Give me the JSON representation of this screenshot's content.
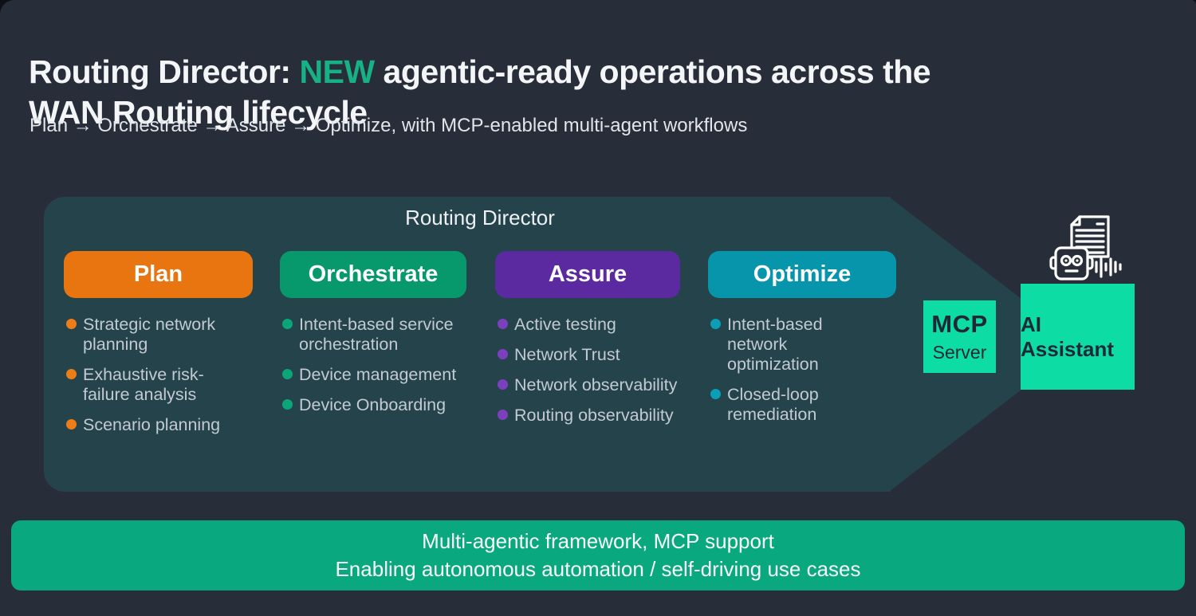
{
  "slide": {
    "title": {
      "pre": "Routing Director: ",
      "highlight": "NEW",
      "post": " agentic-ready operations across the",
      "line2": "WAN Routing lifecycle"
    },
    "subtitle": "Plan → Orchestrate → Assure → Optimize, with MCP-enabled multi-agent workflows"
  },
  "diagram": {
    "container_label": "Routing Director",
    "columns": [
      {
        "id": "plan",
        "label": "Plan",
        "color": "#E8750F",
        "dot_color": "#ED7D17",
        "items": [
          "Strategic network planning",
          "Exhaustive risk-failure analysis",
          "Scenario planning"
        ]
      },
      {
        "id": "orchestrate",
        "label": "Orchestrate",
        "color": "#07996B",
        "dot_color": "#0BA677",
        "items": [
          "Intent-based service orchestration",
          "Device management",
          "Device Onboarding"
        ]
      },
      {
        "id": "assure",
        "label": "Assure",
        "color": "#5C2AA0",
        "dot_color": "#7C3FBE",
        "items": [
          "Active testing",
          "Network Trust",
          "Network observability",
          "Routing observability"
        ]
      },
      {
        "id": "optimize",
        "label": "Optimize",
        "color": "#0795AB",
        "dot_color": "#0A9FB6",
        "items": [
          "Intent-based network optimization",
          "Closed-loop remediation"
        ]
      }
    ],
    "mcp_box": {
      "line1": "MCP",
      "line2": "Server"
    },
    "ai_box": {
      "label": "AI Assistant"
    },
    "ai_icon": "robot-document-voice-icon"
  },
  "banner": {
    "line1": "Multi-agentic framework, MCP support",
    "line2": "Enabling autonomous automation / self-driving use cases"
  },
  "colors": {
    "slide_background": "#272D39",
    "container_background": "#24434B",
    "mint_box": "#0EDCA5",
    "banner_green": "#09A87E",
    "title_highlight_green": "#17B185",
    "bullet_text": "#C3CAD1",
    "dark_text_on_mint": "#1E2936"
  }
}
